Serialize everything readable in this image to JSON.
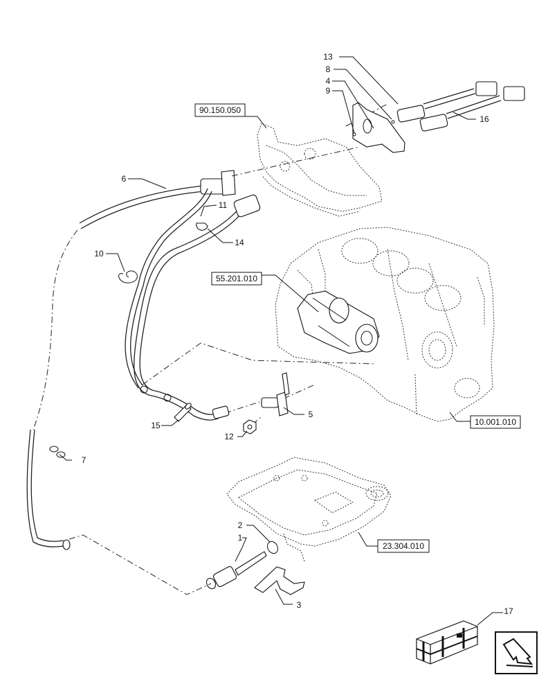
{
  "callouts": [
    {
      "id": "c1",
      "text": "1"
    },
    {
      "id": "c2",
      "text": "2"
    },
    {
      "id": "c3",
      "text": "3"
    },
    {
      "id": "c4",
      "text": "4"
    },
    {
      "id": "c5",
      "text": "5"
    },
    {
      "id": "c6",
      "text": "6"
    },
    {
      "id": "c7",
      "text": "7"
    },
    {
      "id": "c8",
      "text": "8"
    },
    {
      "id": "c9",
      "text": "9"
    },
    {
      "id": "c10",
      "text": "10"
    },
    {
      "id": "c11",
      "text": "11"
    },
    {
      "id": "c12",
      "text": "12"
    },
    {
      "id": "c13",
      "text": "13"
    },
    {
      "id": "c14",
      "text": "14"
    },
    {
      "id": "c15",
      "text": "15"
    },
    {
      "id": "c16",
      "text": "16"
    },
    {
      "id": "c17",
      "text": "17"
    }
  ],
  "references": {
    "r1": "90.150.050",
    "r2": "55.201.010",
    "r3": "10.001.010",
    "r4": "23.304.010"
  },
  "icons": [
    "kit-crate-icon",
    "view-direction-arrow-icon"
  ]
}
